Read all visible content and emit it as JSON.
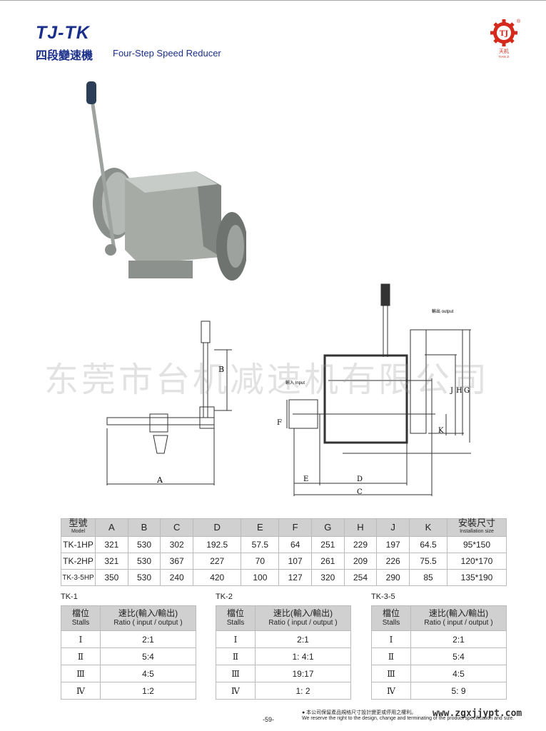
{
  "header": {
    "title": "TJ-TK",
    "subtitle_cn": "四段變速機",
    "subtitle_en": "Four-Step Speed Reducer"
  },
  "logo": {
    "mark": "TJ",
    "cn": "天机",
    "en": "TIAN JI",
    "registered": "®",
    "color": "#d42a1c"
  },
  "watermark": "东莞市台机减速机有限公司",
  "drawing": {
    "labels": {
      "a": "A",
      "b": "B",
      "c": "C",
      "d": "D",
      "e": "E",
      "f": "F",
      "g": "G",
      "h": "H",
      "j": "J",
      "k": "K",
      "input": "輸入 Input",
      "output": "輸出 output"
    }
  },
  "spec_table": {
    "headers": [
      {
        "cn": "型號",
        "en": "Model"
      },
      {
        "cn": "A"
      },
      {
        "cn": "B"
      },
      {
        "cn": "C"
      },
      {
        "cn": "D"
      },
      {
        "cn": "E"
      },
      {
        "cn": "F"
      },
      {
        "cn": "G"
      },
      {
        "cn": "H"
      },
      {
        "cn": "J"
      },
      {
        "cn": "K"
      },
      {
        "cn": "安裝尺寸",
        "en": "Installation size"
      }
    ],
    "rows": [
      [
        "TK-1HP",
        "321",
        "530",
        "302",
        "192.5",
        "57.5",
        "64",
        "251",
        "229",
        "197",
        "64.5",
        "95*150"
      ],
      [
        "TK-2HP",
        "321",
        "530",
        "367",
        "227",
        "70",
        "107",
        "261",
        "209",
        "226",
        "75.5",
        "120*170"
      ],
      [
        "TK-3-5HP",
        "350",
        "530",
        "240",
        "420",
        "100",
        "127",
        "320",
        "254",
        "290",
        "85",
        "135*190"
      ]
    ]
  },
  "ratio_tables": [
    {
      "label": "TK-1",
      "h1_cn": "檔位",
      "h1_en": "Stalls",
      "h2_cn": "速比(輸入/輸出)",
      "h2_en": "Ratio ( input / output )",
      "rows": [
        [
          "Ⅰ",
          "2:1"
        ],
        [
          "Ⅱ",
          "5:4"
        ],
        [
          "Ⅲ",
          "4:5"
        ],
        [
          "Ⅳ",
          "1:2"
        ]
      ]
    },
    {
      "label": "TK-2",
      "h1_cn": "檔位",
      "h1_en": "Stalls",
      "h2_cn": "速比(輸入/輸出)",
      "h2_en": "Ratio ( input / output )",
      "rows": [
        [
          "Ⅰ",
          "2:1"
        ],
        [
          "Ⅱ",
          "1: 4:1"
        ],
        [
          "Ⅲ",
          "19:17"
        ],
        [
          "Ⅳ",
          "1: 2"
        ]
      ]
    },
    {
      "label": "TK-3-5",
      "h1_cn": "檔位",
      "h1_en": "Stalls",
      "h2_cn": "速比(輸入/輸出)",
      "h2_en": "Ratio ( input / output )",
      "rows": [
        [
          "Ⅰ",
          "2:1"
        ],
        [
          "Ⅱ",
          "5:4"
        ],
        [
          "Ⅲ",
          "4:5"
        ],
        [
          "Ⅳ",
          "5: 9"
        ]
      ]
    }
  ],
  "footer": {
    "page": "-59-",
    "note_cn": "● 本公司保留產品規格尺寸設計變更或停用之權利。",
    "note_en": "We reserve the right to the design, change and terminating of the product specification and size.",
    "url": "www.zgxjjypt.com"
  }
}
